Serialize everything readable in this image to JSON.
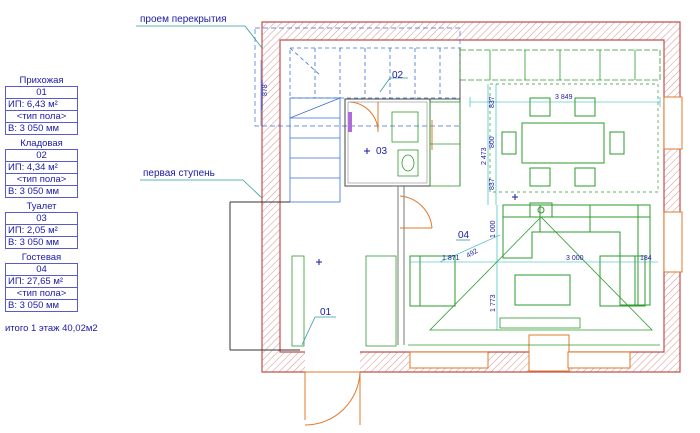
{
  "annotations": {
    "opening": "проем перекрытия",
    "first_step": "первая ступень"
  },
  "rooms": [
    {
      "name": "Прихожая",
      "num": "01",
      "area": "ИП: 6,43 м²",
      "floor": "<тип пола>",
      "height": "В: 3 050 мм"
    },
    {
      "name": "Кладовая",
      "num": "02",
      "area": "ИП: 4,34 м²",
      "floor": "<тип пола>",
      "height": "В: 3 050 мм"
    },
    {
      "name": "Туалет",
      "num": "03",
      "area": "ИП: 2,05 м²",
      "floor": "",
      "height": "В: 3 050 мм"
    },
    {
      "name": "Гостевая",
      "num": "04",
      "area": "ИП: 27,65 м²",
      "floor": "<тип пола>",
      "height": "В: 3 050 мм"
    }
  ],
  "total": "итого 1 этаж 40,02м2",
  "plan_tags": {
    "t01": "01",
    "t02": "02",
    "t03": "03",
    "t04": "04"
  },
  "dimensions": {
    "d3849": "3 849",
    "d837a": "837",
    "d2473": "2 473",
    "d800": "800",
    "d837b": "837",
    "d1000": "1 000",
    "d1871": "1 871",
    "d492": "492",
    "d3000": "3 000",
    "d184": "184",
    "d1773": "1 773",
    "d878": "878"
  },
  "colors": {
    "wall": "#c0504d",
    "furniture": "#2e9b2e",
    "dimension": "#1a1aa8",
    "door": "#e0782a"
  }
}
